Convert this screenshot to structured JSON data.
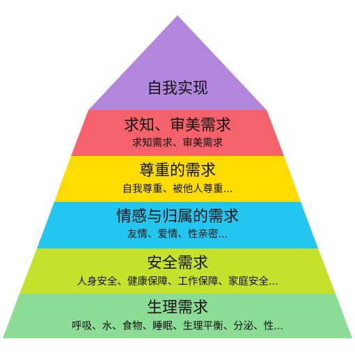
{
  "pyramid": {
    "levels": [
      {
        "key": "physiological",
        "title": "生理需求",
        "subtitle": "呼吸、水、食物、睡眠、生理平衡、分泌、性...",
        "color": "#8bdc95"
      },
      {
        "key": "safety",
        "title": "安全需求",
        "subtitle": "人身安全、健康保障、工作保障、家庭安全...",
        "color": "#c6e12b"
      },
      {
        "key": "love",
        "title": "情感与归属的需求",
        "subtitle": "友情、爱情、性亲密...",
        "color": "#22c6ee"
      },
      {
        "key": "esteem",
        "title": "尊重的需求",
        "subtitle": "自我尊重、被他人尊重...",
        "color": "#fedc00"
      },
      {
        "key": "cognitive-aesthetic",
        "title": "求知、审美需求",
        "subtitle": "求知需求、审美需求",
        "color": "#f5626c"
      },
      {
        "key": "self-actualization",
        "title": "自我实现",
        "color": "#b286dc"
      }
    ]
  }
}
